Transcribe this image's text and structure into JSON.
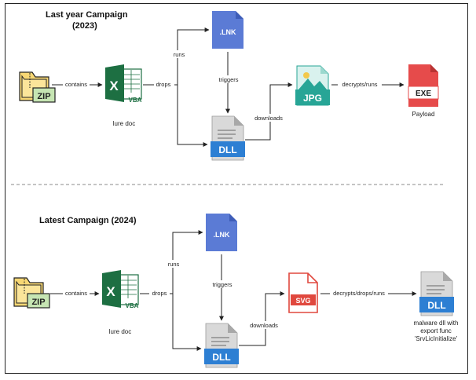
{
  "top": {
    "title_line1": "Last year Campaign",
    "title_line2": "(2023)",
    "files": {
      "zip": "ZIP",
      "vba": "VBA",
      "excel_letter": "X",
      "lnk": ".LNK",
      "dll": "DLL",
      "jpg": "JPG",
      "exe": "EXE"
    },
    "edges": {
      "contains": "contains",
      "drops": "drops",
      "runs": "runs",
      "triggers": "triggers",
      "downloads": "downloads",
      "decrypts": "decrypts/runs"
    },
    "captions": {
      "lure": "lure doc",
      "payload": "Payload"
    }
  },
  "bottom": {
    "title": "Latest Campaign (2024)",
    "files": {
      "zip": "ZIP",
      "vba": "VBA",
      "excel_letter": "X",
      "lnk": ".LNK",
      "dll": "DLL",
      "svg": "SVG",
      "dll_final": "DLL"
    },
    "edges": {
      "contains": "contains",
      "drops": "drops",
      "runs": "runs",
      "triggers": "triggers",
      "downloads": "downloads",
      "decrypts": "decrypts/drops/runs"
    },
    "captions": {
      "lure": "lure doc",
      "malware_line1": "malware dll with",
      "malware_line2": "export func",
      "malware_line3": "'SrvLicInitialize'"
    }
  },
  "colors": {
    "zip_folder": "#F7D774",
    "zip_label_bg": "#C6E5B3",
    "excel": "#1D6F42",
    "lnk": "#5B7BD5",
    "dll_page": "#D9D9D9",
    "dll_band": "#2D7FD3",
    "jpg": "#27A596",
    "exe": "#E64B4B",
    "svg_red": "#E0483E",
    "divider": "#888888"
  }
}
